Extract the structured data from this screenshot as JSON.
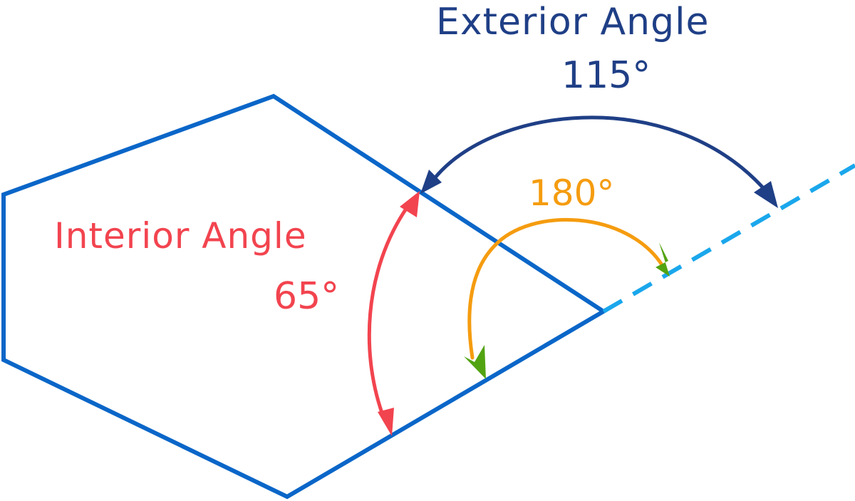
{
  "labels": {
    "exterior_title": "Exterior Angle",
    "exterior_value": "115°",
    "interior_title": "Interior Angle",
    "interior_value": "65°",
    "straight_value": "180°"
  },
  "colors": {
    "polygon": "#0a66c8",
    "extension": "#1aa7ec",
    "exterior": "#1f3f86",
    "interior": "#f2444f",
    "straight_arc": "#f59c0f",
    "straight_arrowhead": "#52a311"
  }
}
